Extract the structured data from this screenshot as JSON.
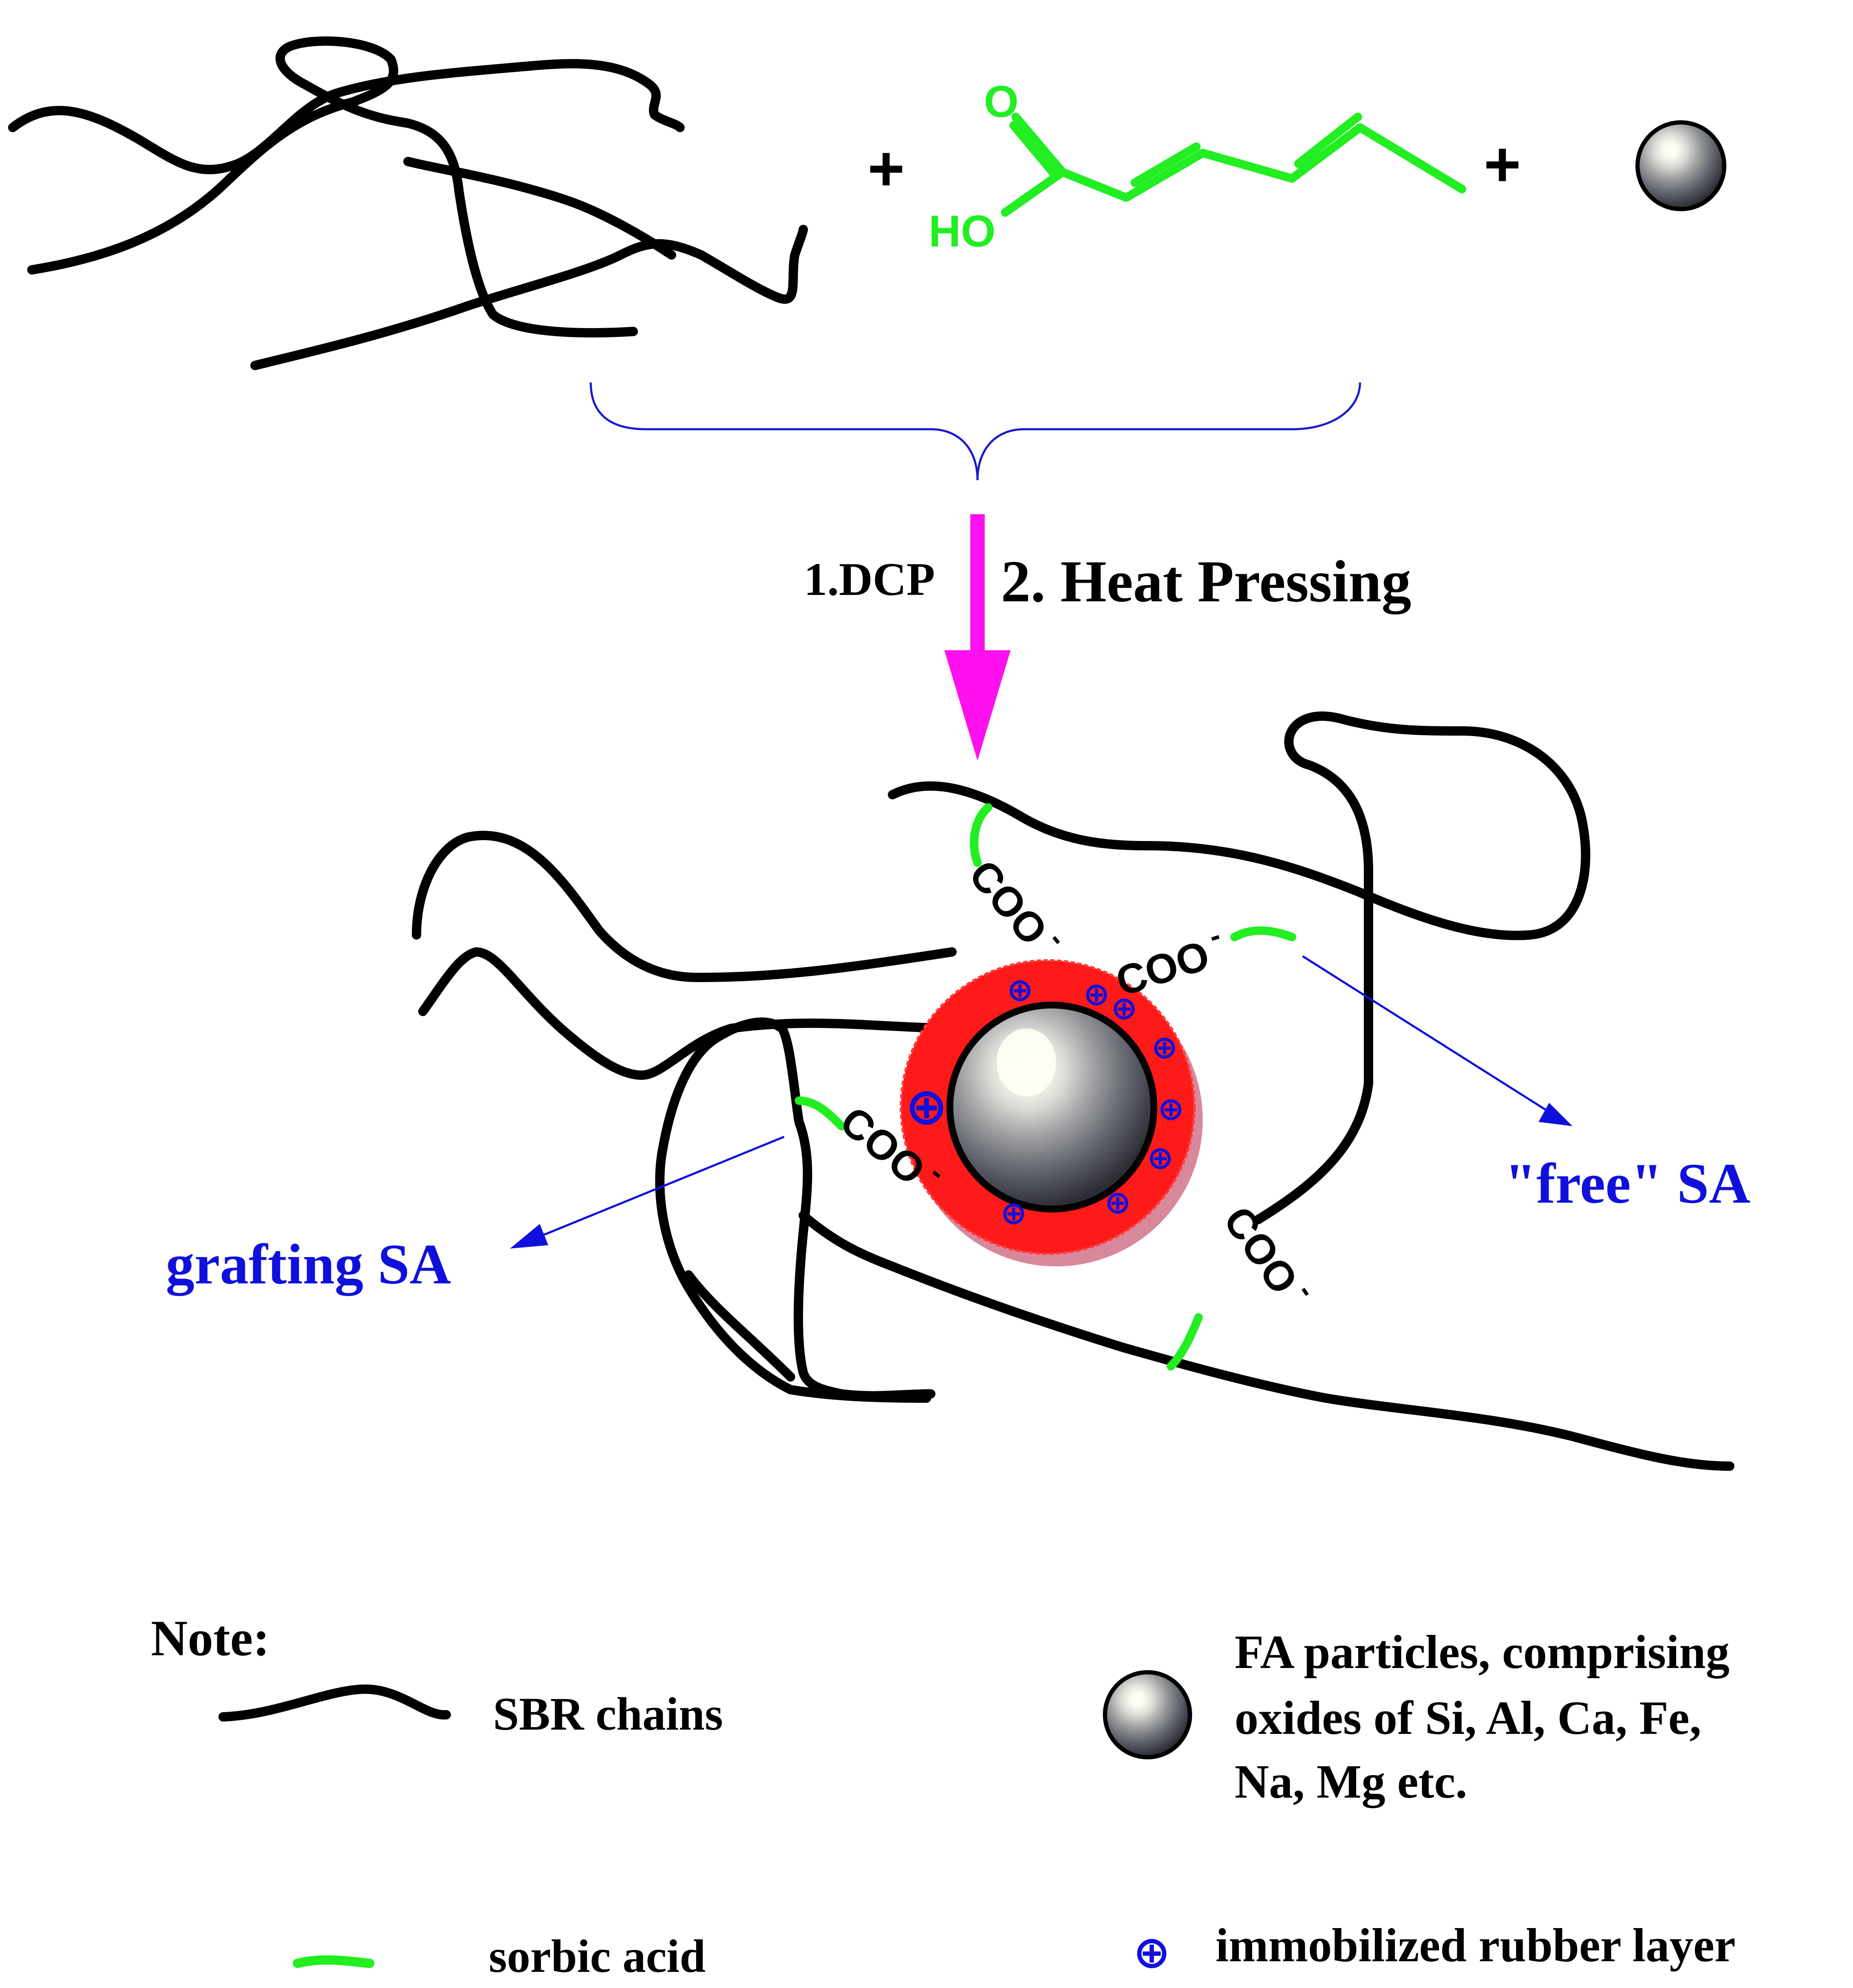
{
  "reactants": {
    "plus_1": "+",
    "plus_2": "+",
    "molecule": {
      "oxygen_label": "O",
      "hydroxyl_label": "HO"
    }
  },
  "step": {
    "label_1": "1.DCP",
    "label_2": "2. Heat Pressing"
  },
  "product": {
    "coo_label": "COO",
    "minus_sign": "-",
    "plus_symbol": "⊕",
    "free_sa_label": "\"free\" SA",
    "grafting_sa_label": "grafting SA"
  },
  "note": {
    "title": "Note:",
    "sbr_label": "SBR chains",
    "fa_label_line1": "FA particles, comprising",
    "fa_label_line2": "oxides of Si, Al, Ca, Fe,",
    "fa_label_line3": "Na, Mg etc.",
    "sorbic_label": "sorbic acid",
    "layer_symbol": "⊕",
    "layer_label": "immobilized rubber layer"
  },
  "colors": {
    "chain": "#000000",
    "sorbic": "#22ee22",
    "blue": "#1010dd",
    "magenta": "#ff10ee",
    "red_layer": "#ff1a1a",
    "shadow_layer": "#c9627a",
    "brace": "#1a1acc"
  }
}
